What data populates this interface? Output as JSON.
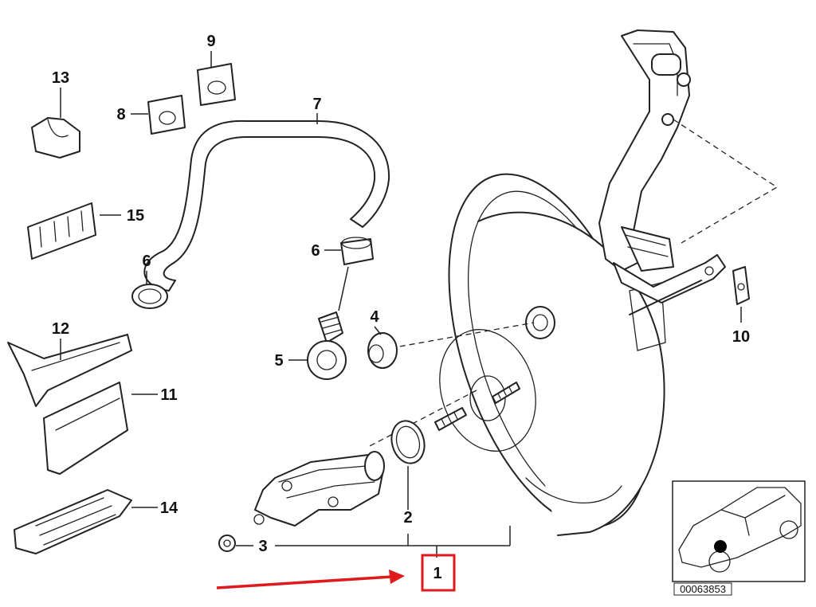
{
  "callouts": {
    "c1": "1",
    "c2": "2",
    "c3": "3",
    "c4": "4",
    "c5": "5",
    "c6a": "6",
    "c6b": "6",
    "c7": "7",
    "c8": "8",
    "c9": "9",
    "c10": "10",
    "c11": "11",
    "c12": "12",
    "c13": "13",
    "c14": "14",
    "c15": "15"
  },
  "inset": {
    "reference_number": "00063853"
  },
  "highlight": {
    "target_callout": "1",
    "color": "#e0191c"
  },
  "colors": {
    "line": "#222222",
    "background": "#ffffff",
    "highlight": "#e0191c",
    "hotspot": "#000000"
  }
}
